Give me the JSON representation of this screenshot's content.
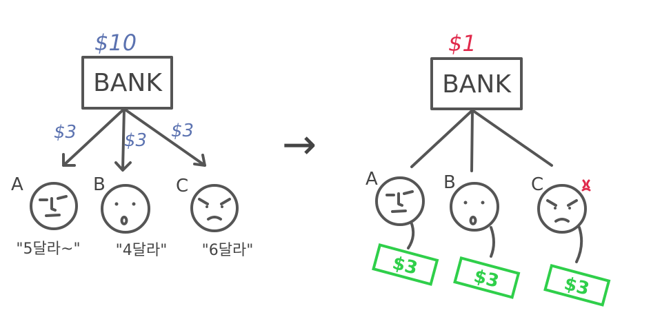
{
  "left_panel": {
    "bank_amount": "$10",
    "bank_label": "BANK",
    "transfer_labels": [
      "$3",
      "$3",
      "$3"
    ],
    "people": [
      {
        "letter": "A",
        "quote": "\"5달라~\""
      },
      {
        "letter": "B",
        "quote": "\"4달라\""
      },
      {
        "letter": "C",
        "quote": "\"6달라\""
      }
    ]
  },
  "arrow_glyph": "→",
  "right_panel": {
    "bank_amount": "$1",
    "bank_label": "BANK",
    "people": [
      {
        "letter": "A",
        "bill": "$3"
      },
      {
        "letter": "B",
        "bill": "$3"
      },
      {
        "letter": "C",
        "bill": "$3"
      }
    ]
  },
  "colors": {
    "ink": "#555555",
    "blue": "#5b72b0",
    "red": "#e0294b",
    "bill_green": "#2fcf4a"
  }
}
